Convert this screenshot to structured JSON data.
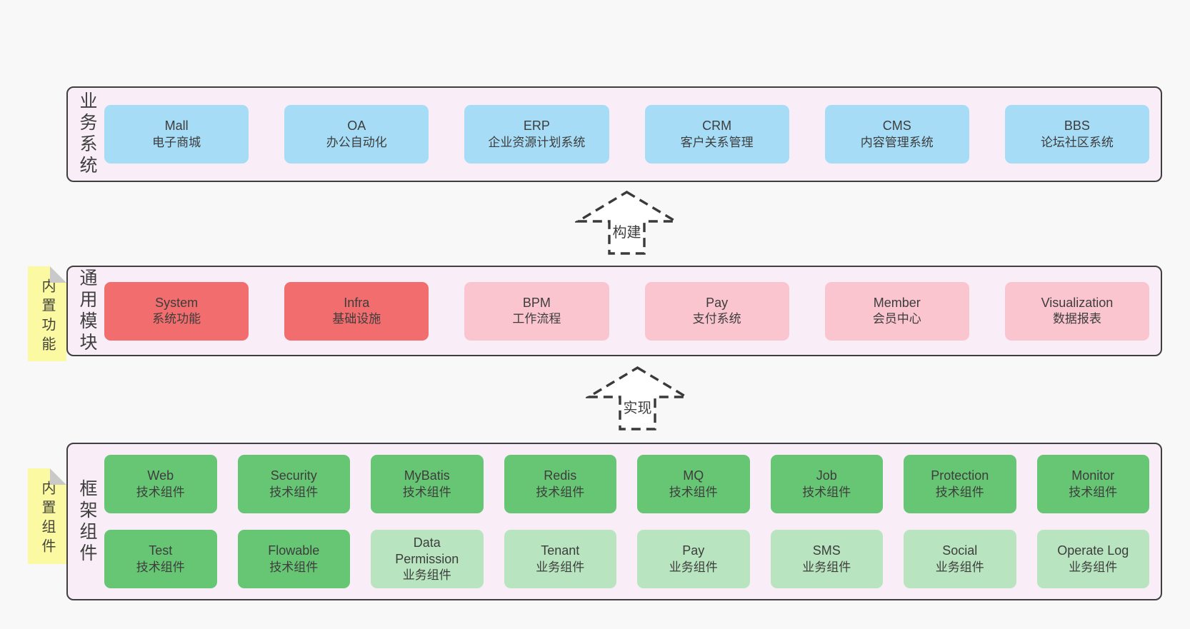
{
  "arrows": [
    {
      "label": "构建"
    },
    {
      "label": "实现"
    }
  ],
  "bands": [
    {
      "id": "business-systems",
      "label": "业务系统",
      "tab": null,
      "boxes": [
        {
          "en": "Mall",
          "zh": "电子商城",
          "variant": "blue"
        },
        {
          "en": "OA",
          "zh": "办公自动化",
          "variant": "blue"
        },
        {
          "en": "ERP",
          "zh": "企业资源计划系统",
          "variant": "blue"
        },
        {
          "en": "CRM",
          "zh": "客户关系管理",
          "variant": "blue"
        },
        {
          "en": "CMS",
          "zh": "内容管理系统",
          "variant": "blue"
        },
        {
          "en": "BBS",
          "zh": "论坛社区系统",
          "variant": "blue"
        }
      ]
    },
    {
      "id": "common-modules",
      "label": "通用模块",
      "tab": "内置功能",
      "boxes": [
        {
          "en": "System",
          "zh": "系统功能",
          "variant": "red"
        },
        {
          "en": "Infra",
          "zh": "基础设施",
          "variant": "red"
        },
        {
          "en": "BPM",
          "zh": "工作流程",
          "variant": "pink"
        },
        {
          "en": "Pay",
          "zh": "支付系统",
          "variant": "pink"
        },
        {
          "en": "Member",
          "zh": "会员中心",
          "variant": "pink"
        },
        {
          "en": "Visualization",
          "zh": "数据报表",
          "variant": "pink"
        }
      ]
    },
    {
      "id": "framework-components",
      "label": "框架组件",
      "tab": "内置组件",
      "rows": [
        [
          {
            "en": "Web",
            "zh": "技术组件",
            "variant": "green"
          },
          {
            "en": "Security",
            "zh": "技术组件",
            "variant": "green"
          },
          {
            "en": "MyBatis",
            "zh": "技术组件",
            "variant": "green"
          },
          {
            "en": "Redis",
            "zh": "技术组件",
            "variant": "green"
          },
          {
            "en": "MQ",
            "zh": "技术组件",
            "variant": "green"
          },
          {
            "en": "Job",
            "zh": "技术组件",
            "variant": "green"
          },
          {
            "en": "Protection",
            "zh": "技术组件",
            "variant": "green"
          },
          {
            "en": "Monitor",
            "zh": "技术组件",
            "variant": "green"
          }
        ],
        [
          {
            "en": "Test",
            "zh": "技术组件",
            "variant": "green"
          },
          {
            "en": "Flowable",
            "zh": "技术组件",
            "variant": "green"
          },
          {
            "en": "Data Permission",
            "zh": "业务组件",
            "variant": "lightgreen"
          },
          {
            "en": "Tenant",
            "zh": "业务组件",
            "variant": "lightgreen"
          },
          {
            "en": "Pay",
            "zh": "业务组件",
            "variant": "lightgreen"
          },
          {
            "en": "SMS",
            "zh": "业务组件",
            "variant": "lightgreen"
          },
          {
            "en": "Social",
            "zh": "业务组件",
            "variant": "lightgreen"
          },
          {
            "en": "Operate Log",
            "zh": "业务组件",
            "variant": "lightgreen"
          }
        ]
      ]
    }
  ],
  "colors": {
    "page_background": "#f8f8f8",
    "band_background": "#f9eef7",
    "band_border": "#3f3f3f",
    "blue_box": "#a6dcf5",
    "red_box": "#f26d6d",
    "pink_box": "#fac5cf",
    "green_box": "#67c674",
    "light_green_box": "#b8e5bf",
    "sticky_tab": "#fbf9a1",
    "fold_corner": "#c9c9c9",
    "text": "#3d3d3d"
  }
}
